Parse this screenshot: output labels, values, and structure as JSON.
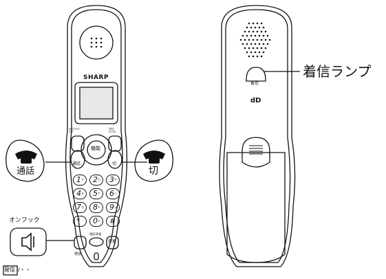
{
  "brand": "SHARP",
  "front_keys": {
    "menu_key": "機能",
    "top_left": "ｷｬｯﾁﾌﾗｲﾝ\nｸﾘｱ",
    "top_right": "ｶﾀｶﾅ\nｷｬﾝｾﾙ",
    "talk_small": "通話",
    "end_small": "切",
    "digits": [
      {
        "d": "1",
        "k": "ア"
      },
      {
        "d": "2",
        "k": "カ"
      },
      {
        "d": "3",
        "k": "サ"
      },
      {
        "d": "4",
        "k": "タ"
      },
      {
        "d": "5",
        "k": "ナ"
      },
      {
        "d": "6",
        "k": "ハ"
      },
      {
        "d": "7",
        "k": "マ"
      },
      {
        "d": "8",
        "k": "ヤ"
      },
      {
        "d": "9",
        "k": "ラ"
      },
      {
        "d": "*",
        "k": ""
      },
      {
        "d": "0",
        "k": "ワ"
      },
      {
        "d": "#",
        "k": ""
      }
    ],
    "bottom_center": "通話/保留",
    "hold": "保留",
    "redial": "発信"
  },
  "labels": {
    "talk": "通話",
    "end": "切",
    "speaker": "オンフック",
    "redial_box": "発信",
    "redial_suffix": "/・・",
    "incoming_lamp": "着信ランプ",
    "lamp_small": "着信",
    "back_logo": "dD"
  }
}
